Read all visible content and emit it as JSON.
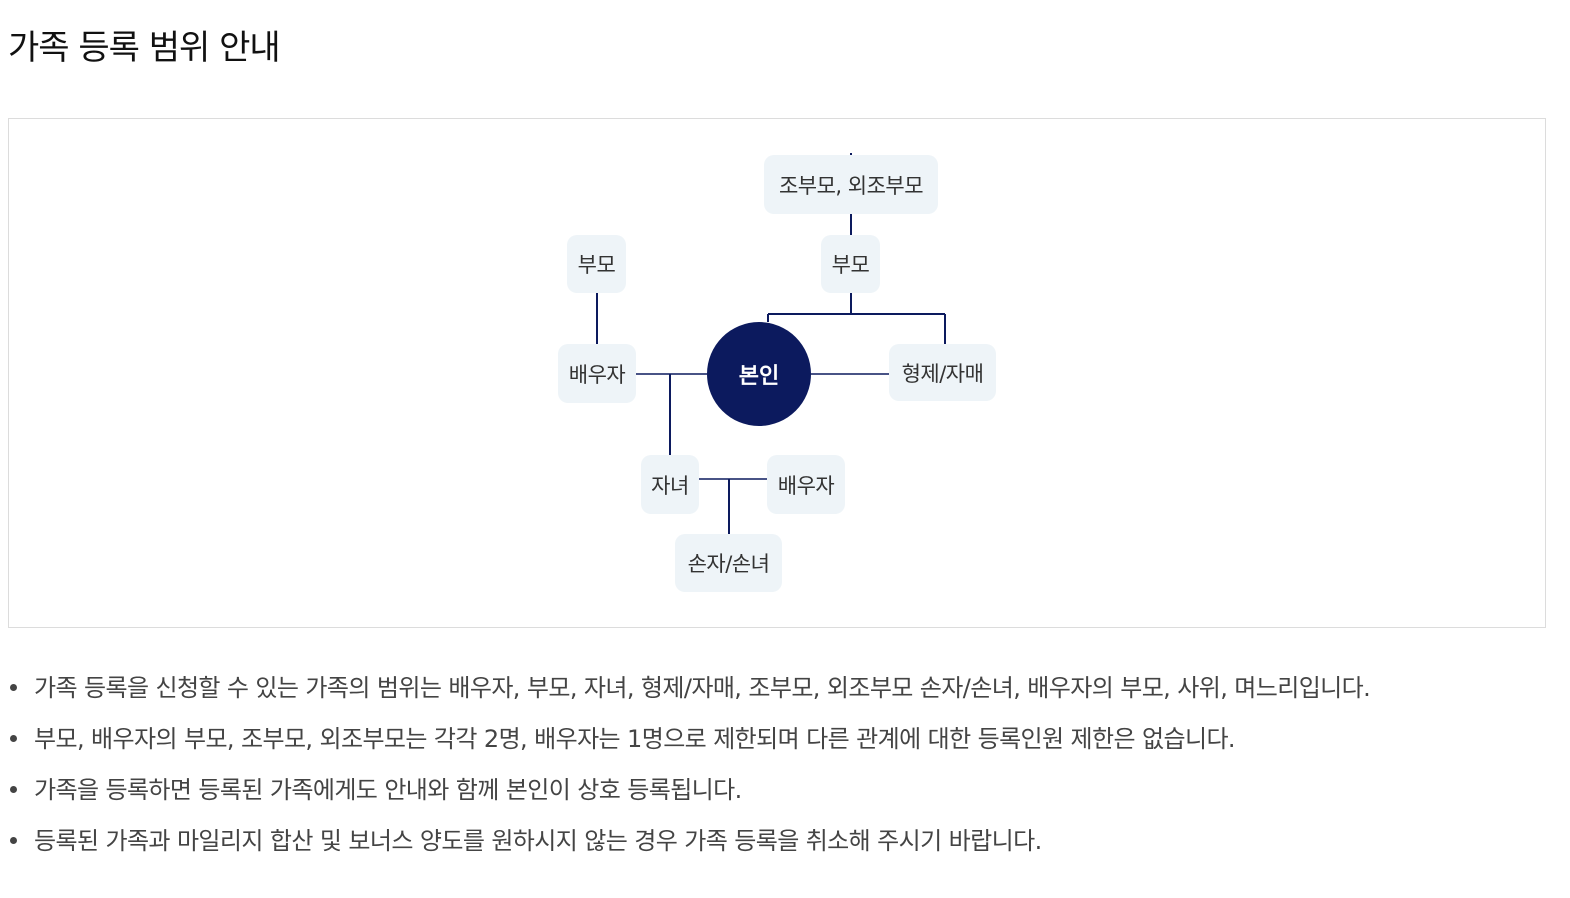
{
  "title": "가족 등록 범위 안내",
  "diagram": {
    "line_color": "#0c1a5e",
    "node_fill": "#eef4f8",
    "self_fill": "#0c1a5e",
    "nodes": {
      "self": "본인",
      "grandparents": "조부모, 외조부모",
      "parents": "부모",
      "spouse_parents": "부모",
      "spouse": "배우자",
      "siblings": "형제/자매",
      "children": "자녀",
      "child_spouse": "배우자",
      "grandchildren": "손자/손녀"
    }
  },
  "notes": [
    "가족 등록을 신청할 수 있는 가족의 범위는 배우자, 부모, 자녀, 형제/자매, 조부모, 외조부모 손자/손녀, 배우자의 부모, 사위, 며느리입니다.",
    "부모, 배우자의 부모, 조부모, 외조부모는 각각 2명, 배우자는 1명으로 제한되며 다른 관계에 대한 등록인원 제한은 없습니다.",
    "가족을 등록하면 등록된 가족에게도 안내와 함께 본인이 상호 등록됩니다.",
    "등록된 가족과 마일리지 합산 및 보너스 양도를 원하시지 않는 경우 가족 등록을 취소해 주시기 바랍니다."
  ]
}
